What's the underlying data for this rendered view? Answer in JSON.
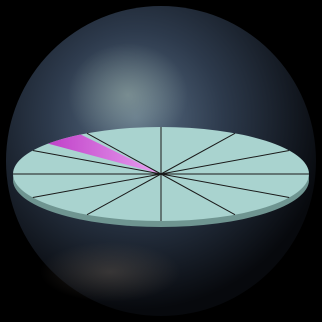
{
  "scene": {
    "subject": "sliced-disc-in-glass-sphere",
    "disc": {
      "slice_count": 12,
      "highlighted_slice_index": 10,
      "highlight_fraction": 0.0833
    },
    "colors": {
      "background": "#000000",
      "sphere_core": "#5a6f86",
      "sphere_mid": "#2d3a4c",
      "sphere_edge": "#07090d",
      "disc_top": "#a9d3cf",
      "disc_rim": "#6f9591",
      "slice_line": "#1a1a1a",
      "highlight_dark": "#c040c8",
      "highlight_light": "#e8a0f0"
    }
  }
}
